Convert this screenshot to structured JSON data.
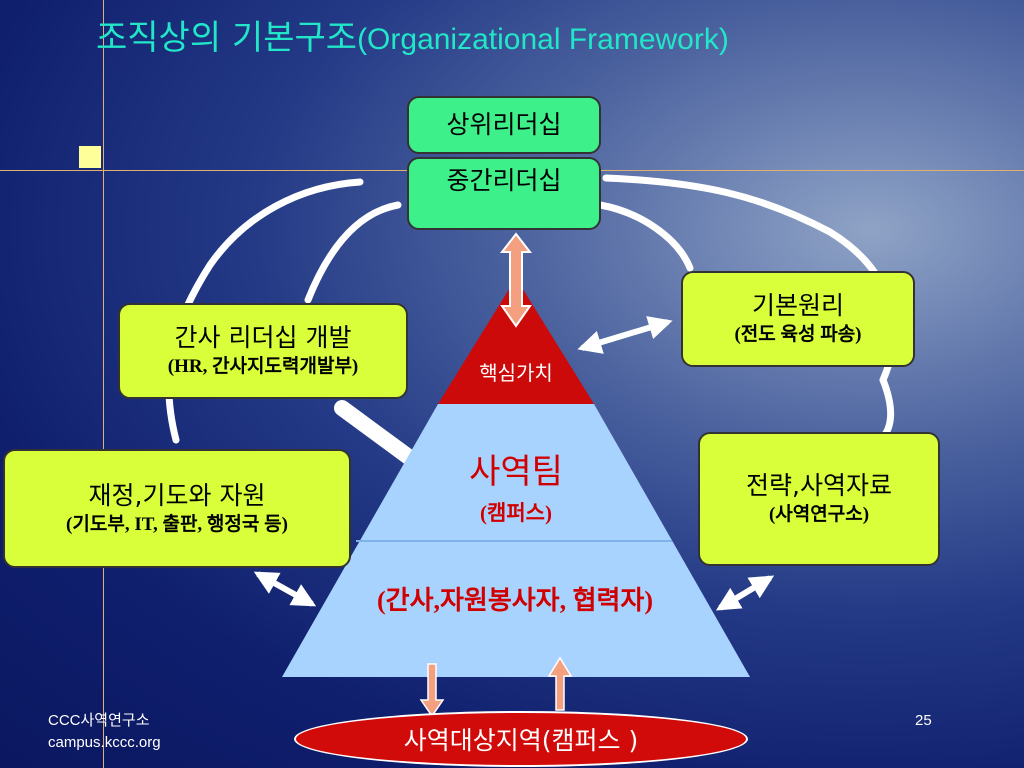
{
  "title": {
    "korean": "조직상의 기본구조",
    "english": "(Organizational Framework)"
  },
  "boxes": {
    "upper_leadership": "상위리더십",
    "middle_leadership": "중간리더십",
    "staff_leadership": {
      "line1": "간사 리더십 개발",
      "line2": "(HR, 간사지도력개발부)"
    },
    "principles": {
      "line1": "기본원리",
      "line2": "(전도 육성 파송)"
    },
    "finance": {
      "line1": "재정,기도와 자원",
      "line2": "(기도부, IT, 출판, 행정국 등)"
    },
    "strategy": {
      "line1": "전략,사역자료",
      "line2": "(사역연구소)"
    }
  },
  "pyramid": {
    "top": "핵심가치",
    "middle": "사역팀",
    "middle_sub": "(캠퍼스)",
    "bottom": "(간사,자원봉사자, 협력자)"
  },
  "target": "사역대상지역(캠퍼스 )",
  "footer": {
    "line1": "CCC사역연구소",
    "line2": "campus.kccc.org"
  },
  "page_number": "25",
  "colors": {
    "title": "#22e6c8",
    "green_box": "#3ef08a",
    "lime_box": "#d8ff3a",
    "pyramid_top": "#cc0a0a",
    "pyramid_body": "#a9d3ff",
    "pyramid_text": "#d10000",
    "target_ellipse": "#d10a0a",
    "connector_arrow": "#f4a080"
  }
}
